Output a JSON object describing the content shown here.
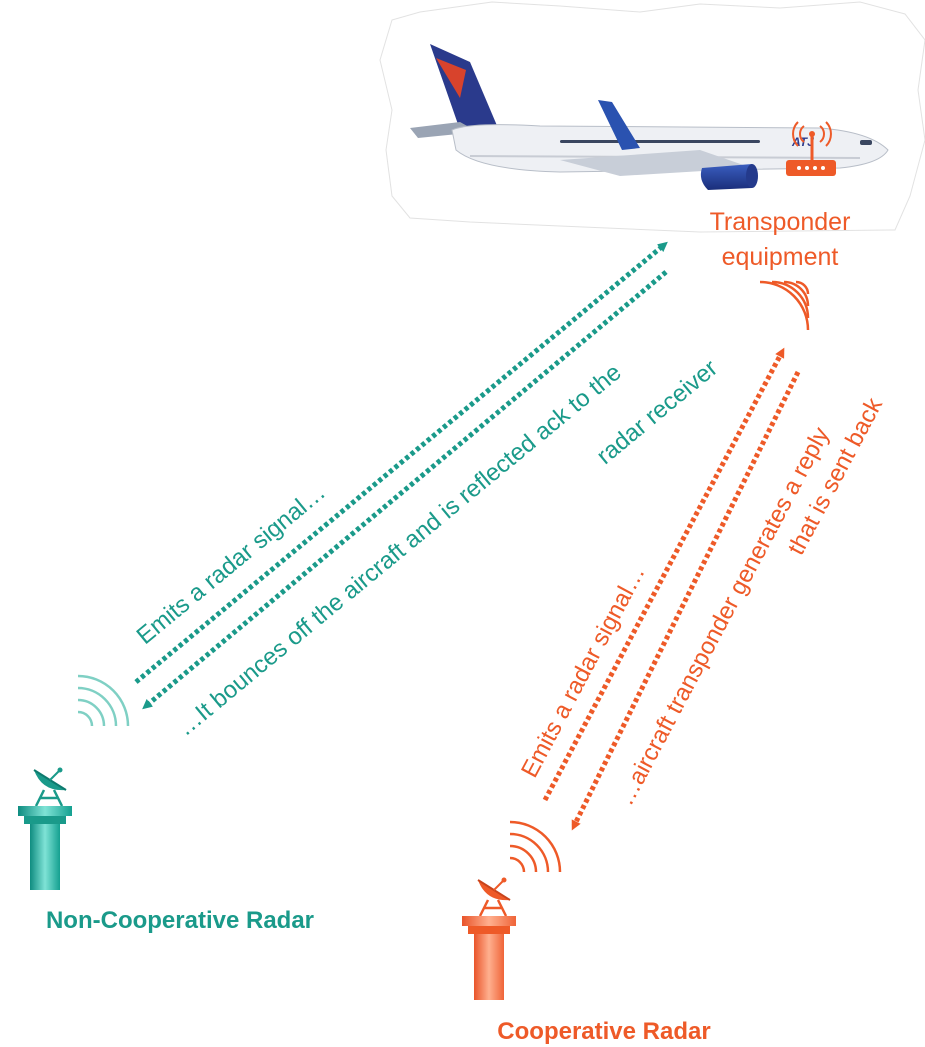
{
  "colors": {
    "non_cooperative": "#1a9a8a",
    "cooperative": "#ee5a28",
    "aircraft_body": "#eef0f4",
    "aircraft_tail": "#2a3a8c",
    "aircraft_tail_accent": "#d8432c"
  },
  "aircraft": {
    "livery_text": "ATJ",
    "transponder_label_line1": "Transponder",
    "transponder_label_line2": "equipment"
  },
  "non_cooperative": {
    "title": "Non-Cooperative Radar",
    "outgoing_label": "Emits a radar signal…",
    "return_label_line1": "…It bounces off the aircraft and is reflected ack to the",
    "return_label_line2": "radar receiver"
  },
  "cooperative": {
    "title": "Cooperative Radar",
    "outgoing_label": "Emits a radar signal…",
    "return_label_line1": "…aircraft transponder  generates a reply",
    "return_label_line2": "that is sent back"
  },
  "icons": {
    "radar_dish": "radar-dish-icon",
    "radar_tower": "radar-tower-icon",
    "signal_waves": "signal-waves-icon",
    "transponder_device": "transponder-router-icon",
    "aircraft": "airplane-icon"
  }
}
